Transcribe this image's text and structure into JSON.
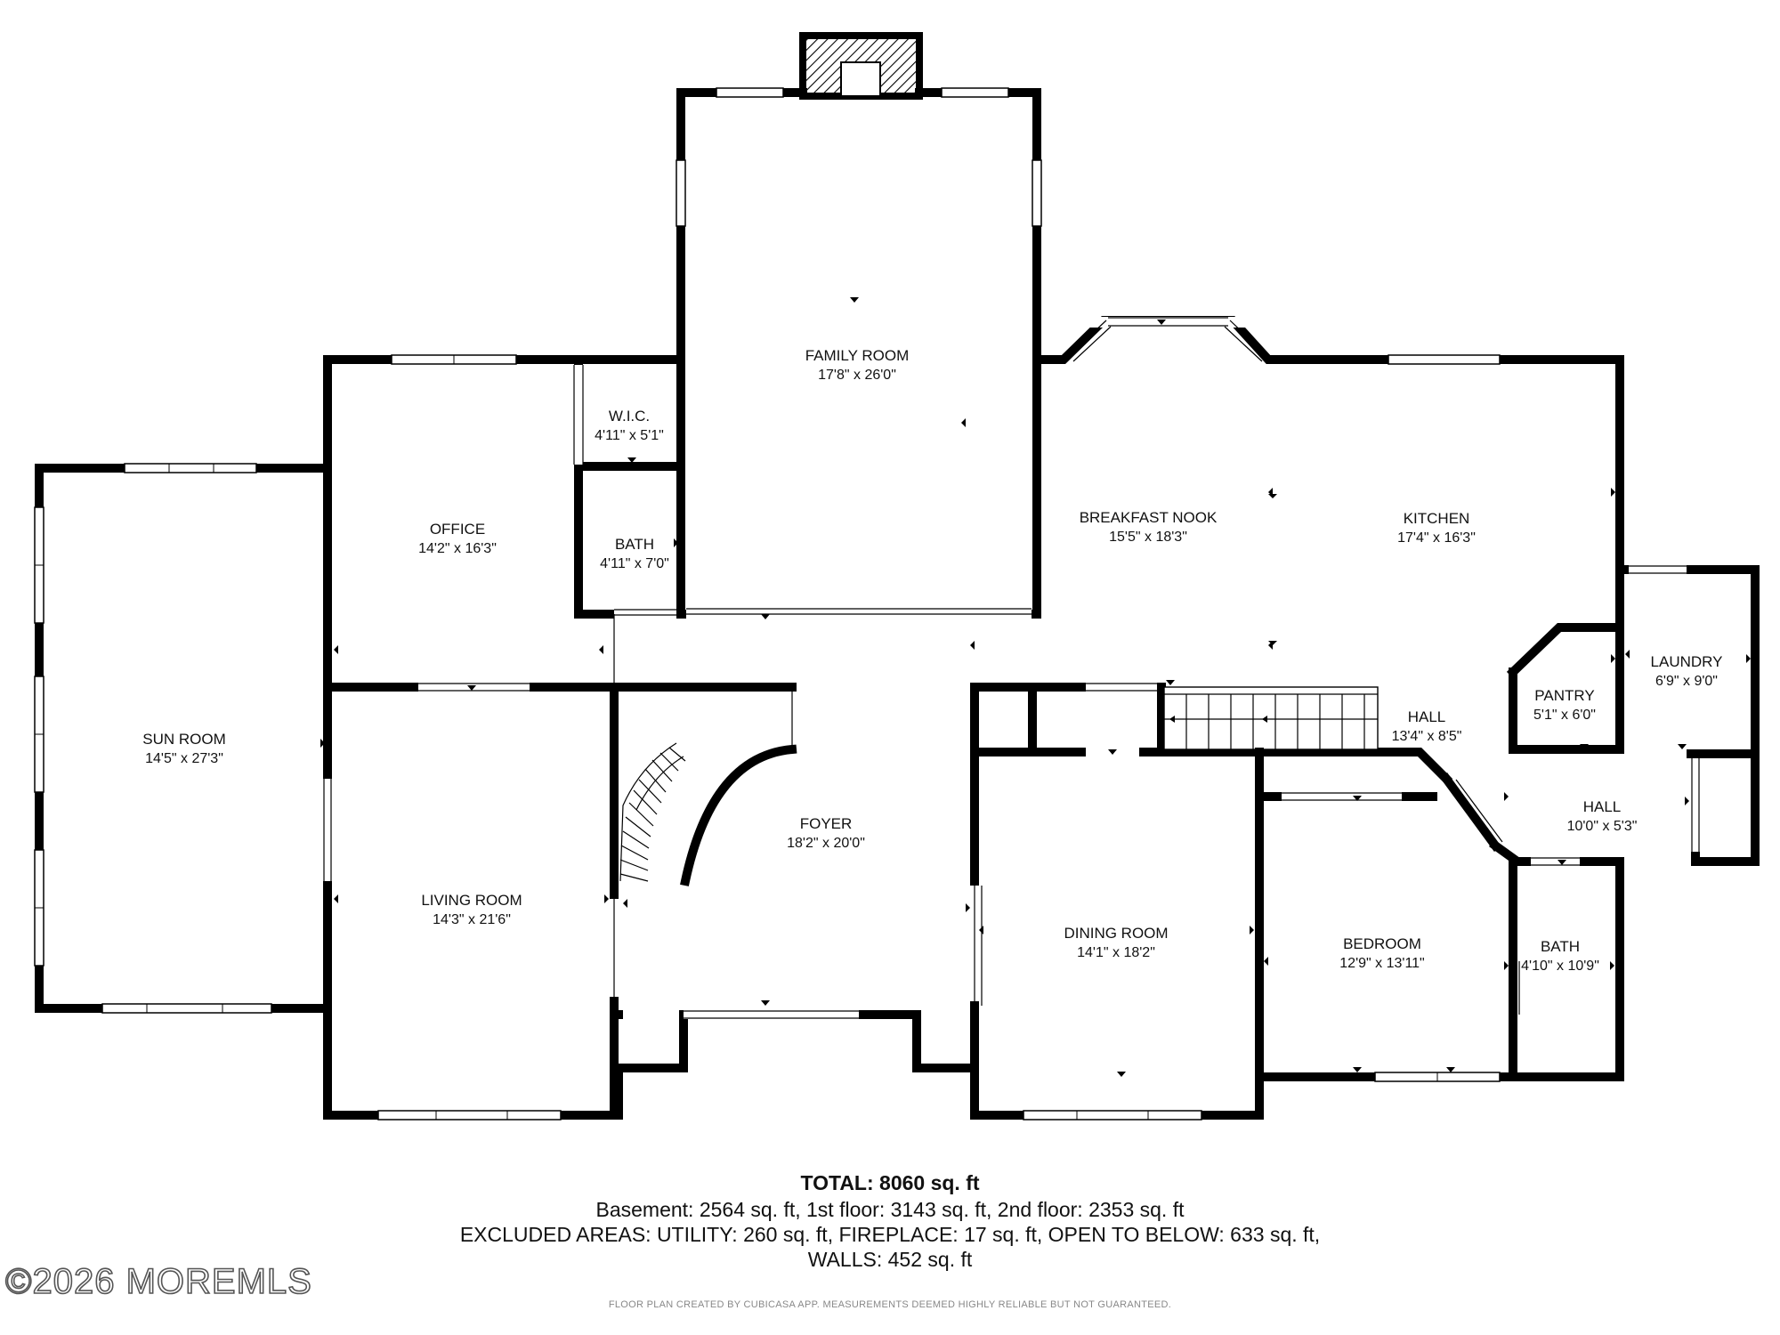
{
  "rooms": {
    "family_room": {
      "name": "FAMILY ROOM",
      "dim": "17'8\" x 26'0\""
    },
    "wic": {
      "name": "W.I.C.",
      "dim": "4'11\" x 5'1\""
    },
    "bath_upper": {
      "name": "BATH",
      "dim": "4'11\" x 7'0\""
    },
    "office": {
      "name": "OFFICE",
      "dim": "14'2\" x 16'3\""
    },
    "sun_room": {
      "name": "SUN ROOM",
      "dim": "14'5\" x 27'3\""
    },
    "living_room": {
      "name": "LIVING ROOM",
      "dim": "14'3\" x 21'6\""
    },
    "foyer": {
      "name": "FOYER",
      "dim": "18'2\" x 20'0\""
    },
    "breakfast_nook": {
      "name": "BREAKFAST NOOK",
      "dim": "15'5\" x 18'3\""
    },
    "kitchen": {
      "name": "KITCHEN",
      "dim": "17'4\" x 16'3\""
    },
    "laundry": {
      "name": "LAUNDRY",
      "dim": "6'9\" x 9'0\""
    },
    "pantry": {
      "name": "PANTRY",
      "dim": "5'1\" x 6'0\""
    },
    "hall_upper": {
      "name": "HALL",
      "dim": "13'4\" x 8'5\""
    },
    "hall_lower": {
      "name": "HALL",
      "dim": "10'0\" x 5'3\""
    },
    "dining_room": {
      "name": "DINING ROOM",
      "dim": "14'1\" x 18'2\""
    },
    "bedroom": {
      "name": "BEDROOM",
      "dim": "12'9\" x 13'11\""
    },
    "bath_lower": {
      "name": "BATH",
      "dim": "4'10\" x 10'9\""
    }
  },
  "summary": {
    "total": "TOTAL: 8060 sq. ft",
    "line1": "Basement: 2564 sq. ft, 1st floor: 3143 sq. ft, 2nd floor: 2353 sq. ft",
    "line2": "EXCLUDED AREAS: UTILITY: 260 sq. ft, FIREPLACE: 17 sq. ft, OPEN TO BELOW: 633 sq. ft,",
    "line3": "WALLS: 452 sq. ft"
  },
  "credit": "FLOOR PLAN CREATED BY CUBICASA APP. MEASUREMENTS DEEMED HIGHLY RELIABLE BUT NOT GUARANTEED.",
  "watermark": "©2026 MOREMLS"
}
